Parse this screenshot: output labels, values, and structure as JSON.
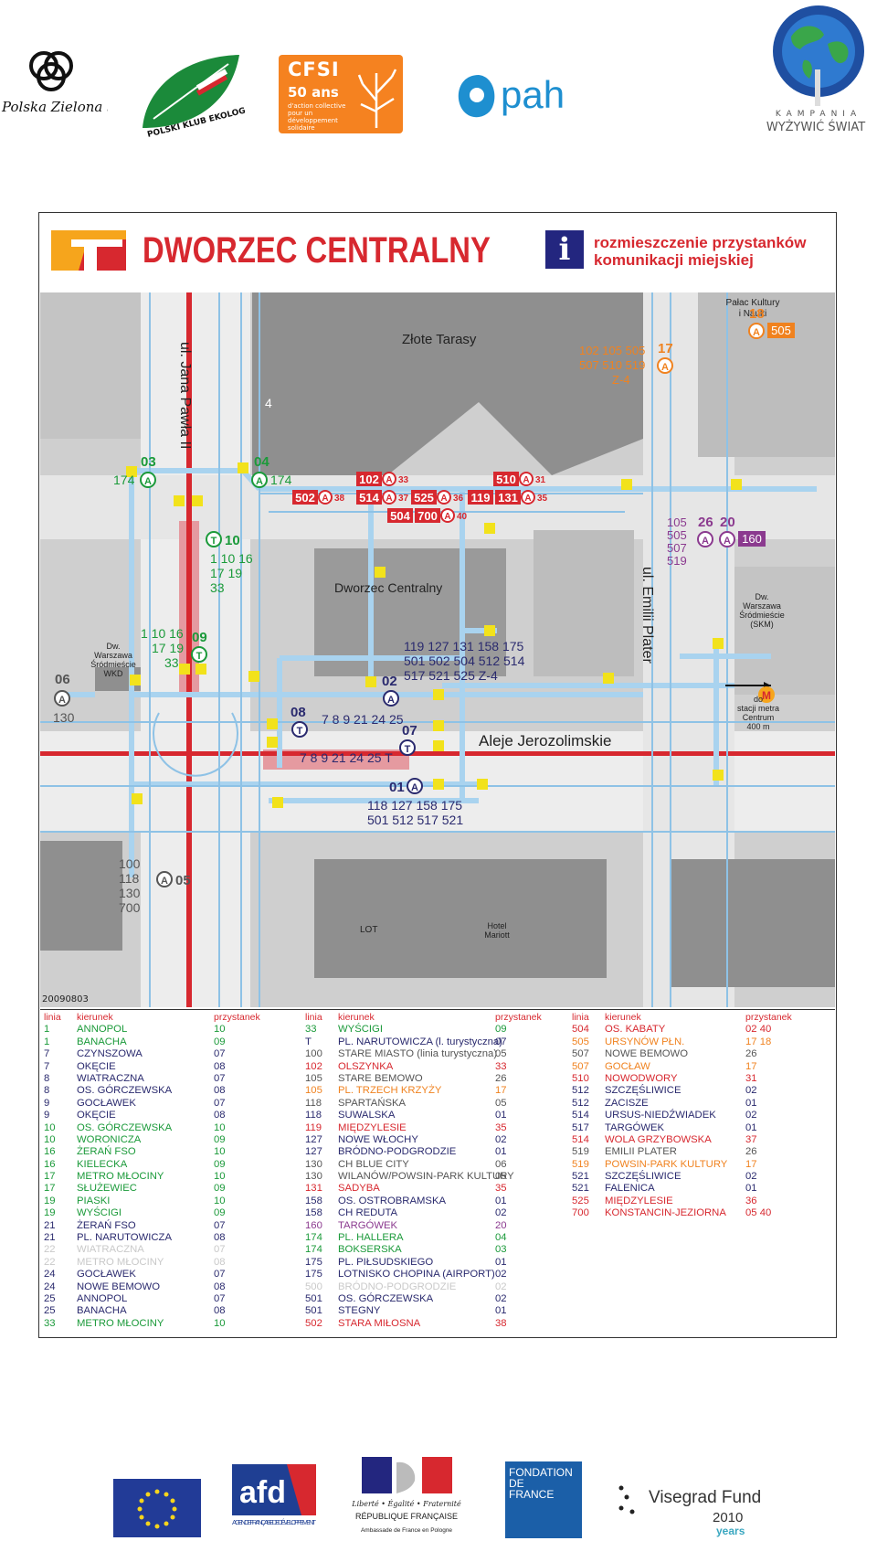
{
  "logos": {
    "polska_zielona_siec": "Polska Zielona Sieć",
    "polski_klub": "POLSKI KLUB EKOLOGICZNY",
    "cfsi_title": "CFSI",
    "cfsi_years": "50 ans",
    "cfsi_sub": "d'action collective pour un développement solidaire",
    "pah": "pah",
    "kampania": "KAMPANIA",
    "kampania_sub": "WYŻYWIĆ ŚWIAT",
    "afd_1": "afd",
    "afd_2": "AGENCE FRANÇAISE DE DÉVELOPPEMENT",
    "rf_1": "Liberté • Égalité • Fraternité",
    "rf_2": "RÉPUBLIQUE FRANÇAISE",
    "rf_3": "Ambassade de France en Pologne",
    "fdf_1": "FONDATION",
    "fdf_2": "DE",
    "fdf_3": "FRANCE",
    "vis_1": "Visegrad Fund",
    "vis_2": "2010",
    "vis_3": "years"
  },
  "map": {
    "title": "DWORZEC CENTRALNY",
    "info_line1": "rozmieszczenie przystanków",
    "info_line2": "komunikacji miejskiej",
    "date_code": "20090803",
    "labels": {
      "zlote_tarasy": "Złote Tarasy",
      "palac_1": "Pałac Kultury",
      "palac_2": "i Nauki",
      "dworzec": "Dworzec Centralny",
      "jana_pawla": "ul. Jana Pawła II",
      "emilii": "ul. Emilii Plater",
      "aleje": "Aleje Jerozolimskie",
      "wkd_1": "Dw.",
      "wkd_2": "Warszawa",
      "wkd_3": "Śródmieście",
      "wkd_4": "WKD",
      "skm_1": "Dw.",
      "skm_2": "Warszawa",
      "skm_3": "Śródmieście",
      "skm_4": "(SKM)",
      "metro_1": "do",
      "metro_2": "stacji metra",
      "metro_3": "Centrum",
      "metro_4": "400 m",
      "lot": "LOT",
      "hotel_1": "Hotel",
      "hotel_2": "Mariott",
      "m": "M",
      "four": "4"
    },
    "stops": {
      "s03": "03",
      "s03_lines": "174",
      "s04": "04",
      "s04_lines": "174",
      "s10": "10",
      "s10_lines_1": "1 10 16",
      "s10_lines_2": "17 19",
      "s10_lines_3": "33",
      "s09": "09",
      "s09_lines_1": "1 10 16",
      "s09_lines_2": "17 19",
      "s09_lines_3": "33",
      "s06": "06",
      "s06_lines": "130",
      "s05": "05",
      "s05_lines_1": "100",
      "s05_lines_2": "118",
      "s05_lines_3": "130",
      "s05_lines_4": "700",
      "s17": "17",
      "s17_lines_1": "102 105 505",
      "s17_lines_2": "507 510 519",
      "s17_lines_3": "Z-4",
      "s18": "18",
      "s18_lines": "505",
      "s26": "26",
      "s20": "20",
      "s26_lines_1": "105",
      "s26_lines_2": "505",
      "s26_lines_3": "507",
      "s26_lines_4": "519",
      "s20_lines": "160",
      "s02": "02",
      "s02_lines_1": "119 127 131 158 175",
      "s02_lines_2": "501 502 504 512 514",
      "s02_lines_3": "517 521 525 Z-4",
      "s08": "08",
      "s08_lines": "7 8 9 21 24 25",
      "s07": "07",
      "s07_lines": "7 8 9 21 24 25 T",
      "s01": "01",
      "s01_lines_1": "118 127 158 175",
      "s01_lines_2": "501 512 517 521",
      "r102": "102",
      "r33": "33",
      "r510": "510",
      "r31": "31",
      "r502": "502",
      "r38": "38",
      "r514": "514",
      "r37": "37",
      "r525": "525",
      "r36": "36",
      "r119": "119",
      "r131": "131",
      "r35": "35",
      "r504": "504",
      "r700": "700",
      "r40": "40",
      "a": "A",
      "t": "T"
    }
  },
  "table": {
    "headers": {
      "linia": "linia",
      "kierunek": "kierunek",
      "przystanek": "przystanek"
    },
    "col1": [
      [
        "1",
        "ANNOPOL",
        "10",
        "g"
      ],
      [
        "1",
        "BANACHA",
        "09",
        "g"
      ],
      [
        "7",
        "CZYNSZOWA",
        "07",
        "k"
      ],
      [
        "7",
        "OKĘCIE",
        "08",
        "k"
      ],
      [
        "8",
        "WIATRACZNA",
        "07",
        "k"
      ],
      [
        "8",
        "OS. GÓRCZEWSKA",
        "08",
        "k"
      ],
      [
        "9",
        "GOCŁAWEK",
        "07",
        "k"
      ],
      [
        "9",
        "OKĘCIE",
        "08",
        "k"
      ],
      [
        "10",
        "OS. GÓRCZEWSKA",
        "10",
        "g"
      ],
      [
        "10",
        "WORONICZA",
        "09",
        "g"
      ],
      [
        "16",
        "ŻERAŃ FSO",
        "10",
        "g"
      ],
      [
        "16",
        "KIELECKA",
        "09",
        "g"
      ],
      [
        "17",
        "METRO MŁOCINY",
        "10",
        "g"
      ],
      [
        "17",
        "SŁUŻEWIEC",
        "09",
        "g"
      ],
      [
        "19",
        "PIASKI",
        "10",
        "g"
      ],
      [
        "19",
        "WYŚCIGI",
        "09",
        "g"
      ],
      [
        "21",
        "ŻERAŃ FSO",
        "07",
        "k"
      ],
      [
        "21",
        "PL. NARUTOWICZA",
        "08",
        "k"
      ],
      [
        "22",
        "WIATRACZNA",
        "07",
        "f"
      ],
      [
        "22",
        "METRO MŁOCINY",
        "08",
        "f"
      ],
      [
        "24",
        "GOCŁAWEK",
        "07",
        "k"
      ],
      [
        "24",
        "NOWE BEMOWO",
        "08",
        "k"
      ],
      [
        "25",
        "ANNOPOL",
        "07",
        "k"
      ],
      [
        "25",
        "BANACHA",
        "08",
        "k"
      ],
      [
        "33",
        "METRO MŁOCINY",
        "10",
        "g"
      ]
    ],
    "col2": [
      [
        "33",
        "WYŚCIGI",
        "09",
        "g"
      ],
      [
        "T",
        "PL. NARUTOWICZA (l. turystyczna)",
        "07",
        "k"
      ],
      [
        "100",
        "STARE MIASTO (linia turystyczna)",
        "05",
        "gr"
      ],
      [
        "102",
        "OLSZYNKA",
        "33",
        "r"
      ],
      [
        "105",
        "STARE BEMOWO",
        "26",
        "gr"
      ],
      [
        "105",
        "PL. TRZECH KRZYŻY",
        "17",
        "o"
      ],
      [
        "118",
        "SPARTAŃSKA",
        "05",
        "gr"
      ],
      [
        "118",
        "SUWALSKA",
        "01",
        "k"
      ],
      [
        "119",
        "MIĘDZYLESIE",
        "35",
        "r"
      ],
      [
        "127",
        "NOWE WŁOCHY",
        "02",
        "k"
      ],
      [
        "127",
        "BRÓDNO-PODGRODZIE",
        "01",
        "k"
      ],
      [
        "130",
        "CH BLUE CITY",
        "06",
        "gr"
      ],
      [
        "130",
        "WILANÓW/POWSIN-PARK KULTURY",
        "05",
        "gr"
      ],
      [
        "131",
        "SADYBA",
        "35",
        "r"
      ],
      [
        "158",
        "OS. OSTROBRAMSKA",
        "01",
        "k"
      ],
      [
        "158",
        "CH REDUTA",
        "02",
        "k"
      ],
      [
        "160",
        "TARGÓWEK",
        "20",
        "p"
      ],
      [
        "174",
        "PL. HALLERA",
        "04",
        "g"
      ],
      [
        "174",
        "BOKSERSKA",
        "03",
        "g"
      ],
      [
        "175",
        "PL. PIŁSUDSKIEGO",
        "01",
        "k"
      ],
      [
        "175",
        "LOTNISKO CHOPINA (AIRPORT)",
        "02",
        "k"
      ],
      [
        "500",
        "BRÓDNO-PODGRODZIE",
        "02",
        "f"
      ],
      [
        "501",
        "OS. GÓRCZEWSKA",
        "02",
        "k"
      ],
      [
        "501",
        "STEGNY",
        "01",
        "k"
      ],
      [
        "502",
        "STARA MIŁOSNA",
        "38",
        "r"
      ]
    ],
    "col3": [
      [
        "504",
        "OS. KABATY",
        "02 40",
        "r"
      ],
      [
        "505",
        "URSYNÓW PŁN.",
        "17 18",
        "o"
      ],
      [
        "507",
        "NOWE BEMOWO",
        "26",
        "gr"
      ],
      [
        "507",
        "GOCŁAW",
        "17",
        "o"
      ],
      [
        "510",
        "NOWODWORY",
        "31",
        "r"
      ],
      [
        "512",
        "SZCZĘŚLIWICE",
        "02",
        "k"
      ],
      [
        "512",
        "ZACISZE",
        "01",
        "k"
      ],
      [
        "514",
        "URSUS-NIEDŹWIADEK",
        "02",
        "k"
      ],
      [
        "517",
        "TARGÓWEK",
        "01",
        "k"
      ],
      [
        "514",
        "WOLA GRZYBOWSKA",
        "37",
        "r"
      ],
      [
        "519",
        "EMILII PLATER",
        "26",
        "gr"
      ],
      [
        "519",
        "POWSIN-PARK KULTURY",
        "17",
        "o"
      ],
      [
        "521",
        "SZCZĘŚLIWICE",
        "02",
        "k"
      ],
      [
        "521",
        "FALENICA",
        "01",
        "k"
      ],
      [
        "525",
        "MIĘDZYLESIE",
        "36",
        "r"
      ],
      [
        "700",
        "KONSTANCIN-JEZIORNA",
        "05 40",
        "r"
      ]
    ],
    "colors": {
      "g": "#1b9a3a",
      "k": "#2a2a6e",
      "r": "#d7282f",
      "gr": "#555555",
      "o": "#f0821f",
      "p": "#8b3a8f",
      "f": "#c9c9c9"
    }
  }
}
